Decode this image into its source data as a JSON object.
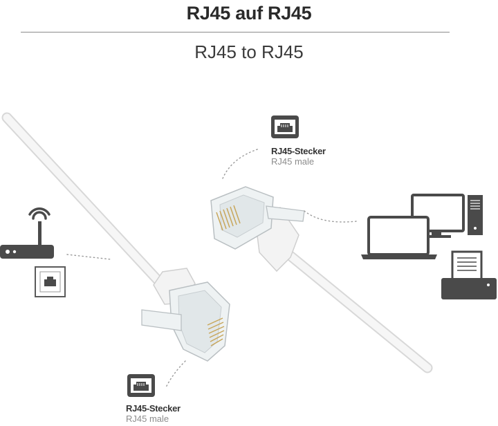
{
  "header": {
    "title": "RJ45 auf RJ45",
    "subtitle": "RJ45 to RJ45"
  },
  "connector_top": {
    "name_de": "RJ45-Stecker",
    "name_en": "RJ45 male",
    "icon": "ethernet-port-icon"
  },
  "connector_bottom": {
    "name_de": "RJ45-Stecker",
    "name_en": "RJ45 male",
    "icon": "ethernet-port-icon"
  },
  "devices_left": [
    "wifi-router-icon",
    "wall-ethernet-socket-icon"
  ],
  "devices_right": [
    "monitor-icon",
    "pc-tower-icon",
    "laptop-icon",
    "printer-icon"
  ],
  "colors": {
    "icon": "#4a4a4a",
    "cable": "#f4f4f4",
    "dotted": "#9a9a9a"
  }
}
